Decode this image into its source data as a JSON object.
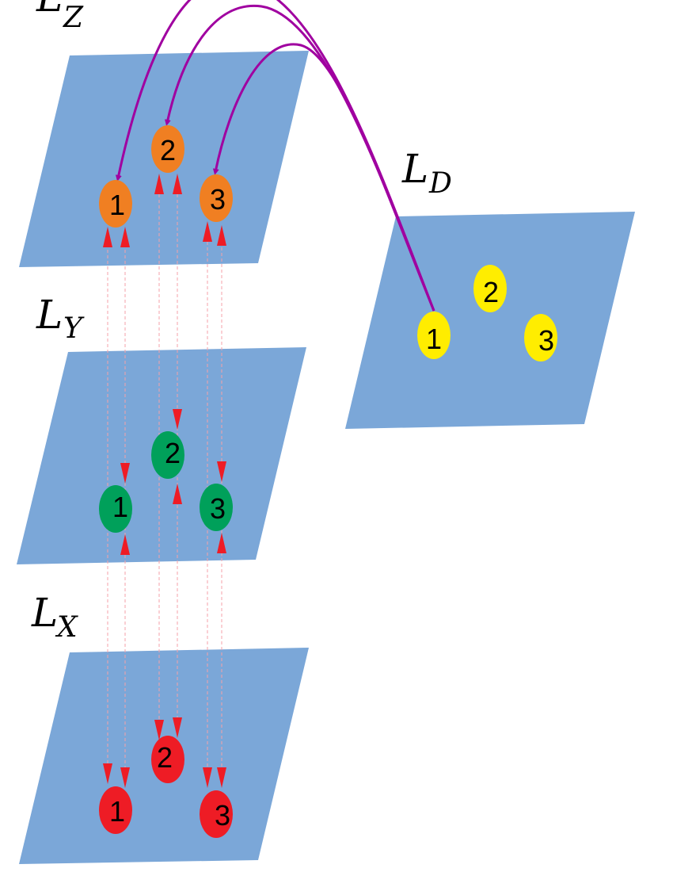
{
  "colors": {
    "plane": "#7ba7d8",
    "node_z": "#f07f22",
    "node_y": "#00a05a",
    "node_x": "#ee1c25",
    "node_d": "#ffed00",
    "arrowhead": "#ee1c25",
    "dashed_line": "#f5a0a8",
    "curve": "#a000a0"
  },
  "layers": {
    "z": {
      "letter": "L",
      "subscript": "Z",
      "nodes": [
        "1",
        "2",
        "3"
      ]
    },
    "y": {
      "letter": "L",
      "subscript": "Y",
      "nodes": [
        "1",
        "2",
        "3"
      ]
    },
    "x": {
      "letter": "L",
      "subscript": "X",
      "nodes": [
        "1",
        "2",
        "3"
      ]
    },
    "d": {
      "letter": "L",
      "subscript": "D",
      "nodes": [
        "1",
        "2",
        "3"
      ]
    }
  }
}
